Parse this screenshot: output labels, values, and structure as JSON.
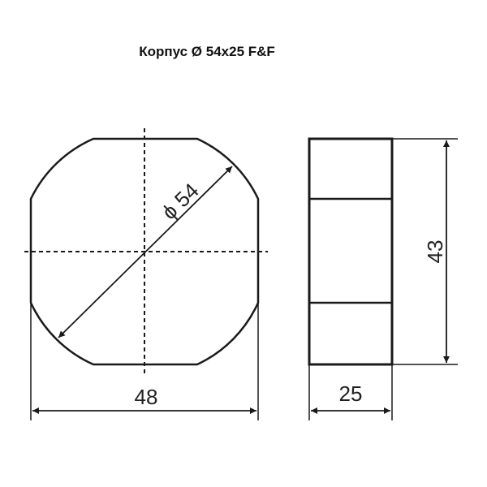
{
  "title": "Корпус Ø 54x25 F&F",
  "front_view": {
    "diameter_label": "ϕ 54",
    "width_label": "48"
  },
  "side_view": {
    "height_label": "43",
    "depth_label": "25"
  },
  "colors": {
    "line": "#1a1a1a",
    "background": "#ffffff"
  }
}
